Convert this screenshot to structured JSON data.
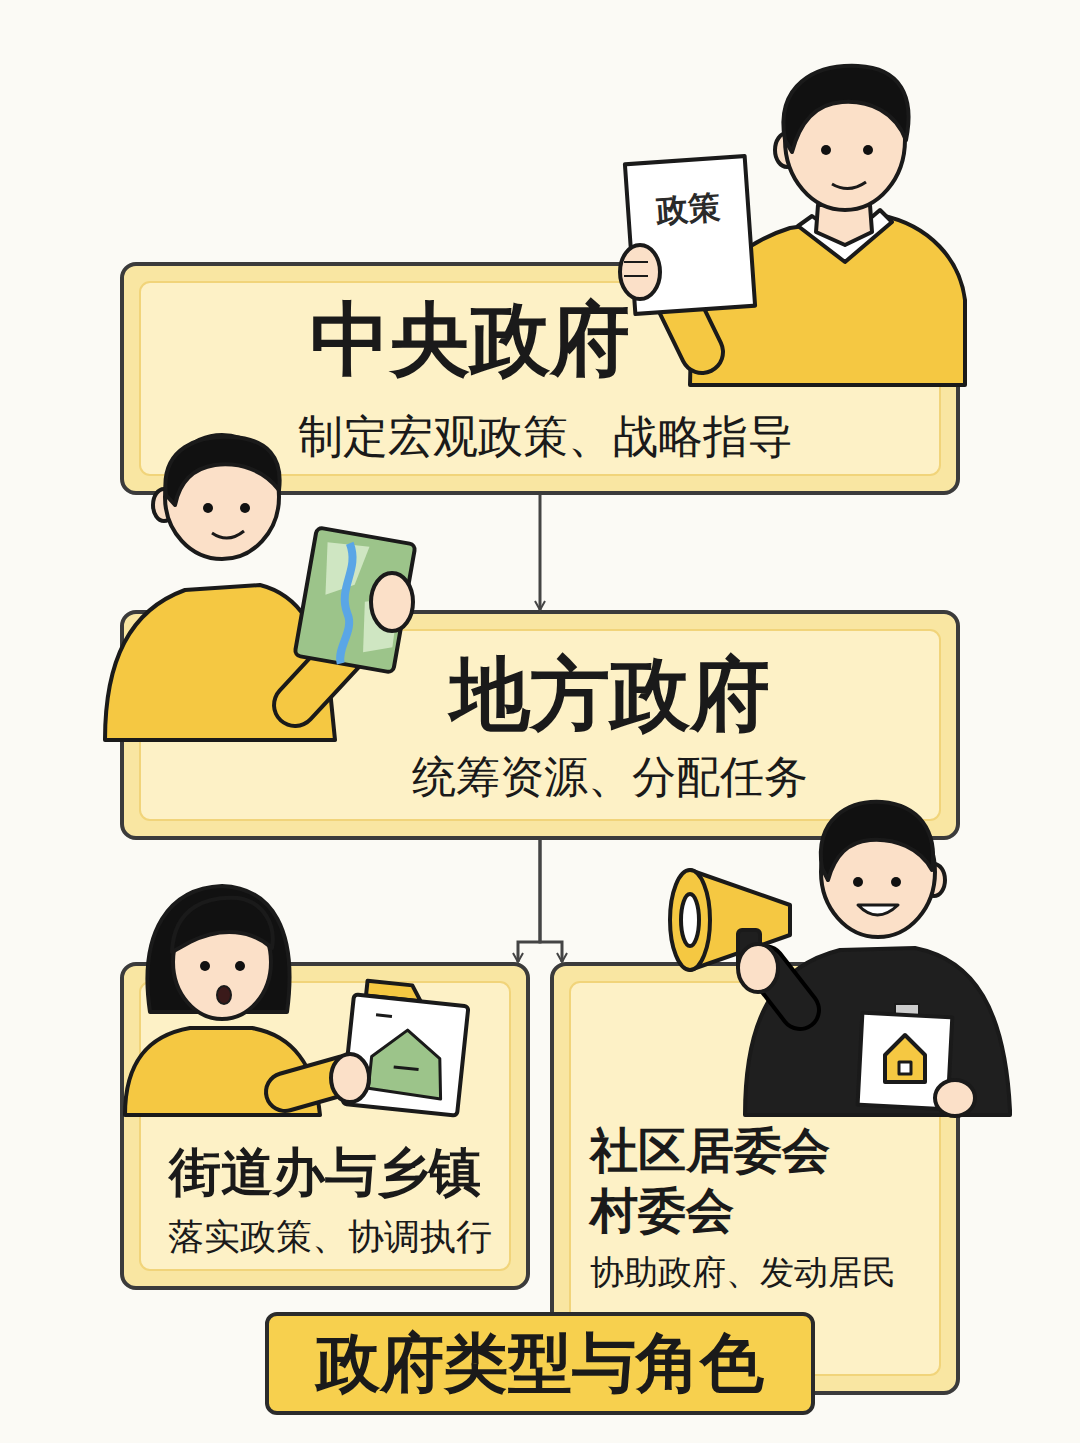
{
  "diagram": {
    "title": "政府类型与角色",
    "nodes": [
      {
        "text": [
          "中央政府",
          "制定宏观政策、战略指导"
        ]
      },
      {
        "text": [
          "地方政府",
          "统筹资源、分配任务"
        ]
      },
      {
        "text": [
          "街道办与乡镇",
          "落实政策、协调执行"
        ]
      },
      {
        "text": [
          "社区居委会 村委会",
          "协助政府、发动居民"
        ]
      }
    ],
    "edges": [
      {
        "from": 0,
        "to": 1,
        "arrow": "to"
      },
      {
        "from": 1,
        "to": 2,
        "arrow": "to"
      },
      {
        "from": 1,
        "to": 3,
        "arrow": "to"
      }
    ],
    "labels": [
      "政策"
    ]
  }
}
